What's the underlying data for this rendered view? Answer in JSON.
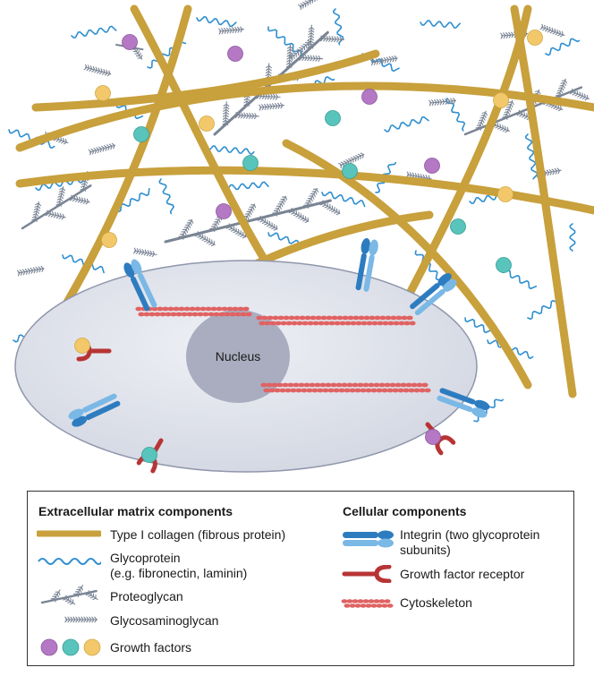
{
  "diagram": {
    "nucleus_label": "Nucleus"
  },
  "legend": {
    "ecm_heading": "Extracellular matrix components",
    "cell_heading": "Cellular components",
    "ecm_items": [
      {
        "icon": "collagen-fiber-icon",
        "label": "Type I collagen (fibrous protein)"
      },
      {
        "icon": "glycoprotein-wave-icon",
        "label_line1": "Glycoprotein",
        "label_line2": "(e.g. fibronectin, laminin)"
      },
      {
        "icon": "proteoglycan-branch-icon",
        "label": "Proteoglycan"
      },
      {
        "icon": "glycosaminoglycan-icon",
        "label": "Glycosaminoglycan"
      },
      {
        "icon": "growth-factor-spheres-icon",
        "label": "Growth factors"
      }
    ],
    "cell_items": [
      {
        "icon": "integrin-icon",
        "label_line1": "Integrin (two glycoprotein",
        "label_line2": "subunits)"
      },
      {
        "icon": "growth-factor-receptor-icon",
        "label": "Growth factor receptor"
      },
      {
        "icon": "cytoskeleton-icon",
        "label": "Cytoskeleton"
      }
    ]
  },
  "colors": {
    "collagen": "#c8a03c",
    "glycoprotein": "#2f8fd0",
    "proteoglycan": "#7a8494",
    "gf_purple": "#b478c4",
    "gf_teal": "#58c4bc",
    "gf_yellow": "#f2c86a",
    "integrin_dark": "#2d7cc0",
    "integrin_light": "#7ab8e6",
    "receptor": "#b83434",
    "cytoskeleton": "#e06262",
    "cell_fill": "#dfe2ea",
    "nucleus_fill": "#a9adbf"
  }
}
